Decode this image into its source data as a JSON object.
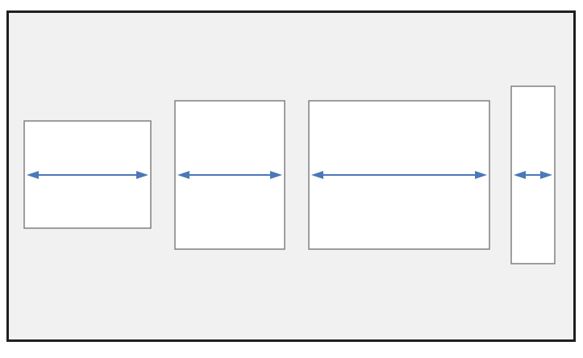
{
  "diagram": {
    "background_color": "#f1f1f1",
    "frame_color": "#1f1f1f",
    "box_fill": "#ffffff",
    "box_stroke": "#808080",
    "arrow_color": "#4a78b8",
    "boxes": [
      {
        "id": "box-1",
        "arrow": "double-headed-horizontal"
      },
      {
        "id": "box-2",
        "arrow": "double-headed-horizontal"
      },
      {
        "id": "box-3",
        "arrow": "double-headed-horizontal"
      },
      {
        "id": "box-4",
        "arrow": "double-headed-horizontal"
      }
    ]
  }
}
